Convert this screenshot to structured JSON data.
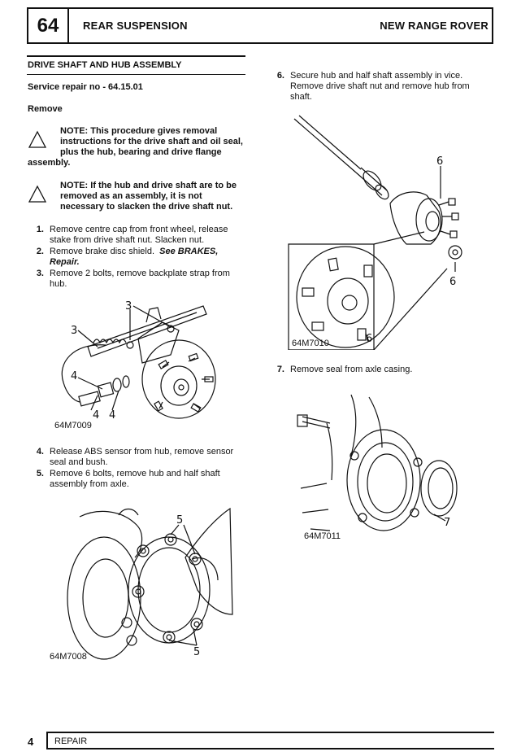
{
  "header": {
    "section_number": "64",
    "section_title": "REAR SUSPENSION",
    "vehicle": "NEW RANGE ROVER"
  },
  "left": {
    "heading": "DRIVE SHAFT AND HUB ASSEMBLY",
    "service_repair": "Service repair no - 64.15.01",
    "remove": "Remove",
    "note1": [
      "NOTE: This procedure gives removal",
      "instructions for the drive shaft and oil seal,",
      "plus the hub, bearing and drive flange",
      "assembly."
    ],
    "note2": [
      "NOTE: If the hub and drive shaft are to be",
      "removed as an assembly, it is not",
      "necessary to slacken the drive shaft nut."
    ],
    "steps_a": [
      {
        "num": "1.",
        "lines": [
          "Remove centre cap from front wheel, release",
          "stake from drive shaft nut. Slacken nut."
        ]
      },
      {
        "num": "2.",
        "line1": "Remove brake disc shield.",
        "ref1": "See BRAKES,",
        "ref2": "Repair."
      },
      {
        "num": "3.",
        "lines": [
          "Remove 2 bolts, remove backplate strap from",
          "hub."
        ]
      }
    ],
    "fig1": {
      "code": "64M7009",
      "callouts": [
        "3",
        "3",
        "4",
        "4",
        "4"
      ]
    },
    "steps_b": [
      {
        "num": "4.",
        "lines": [
          "Release ABS sensor from hub, remove sensor",
          "seal and bush."
        ]
      },
      {
        "num": "5.",
        "lines": [
          "Remove 6 bolts, remove hub and half shaft",
          "assembly from axle."
        ]
      }
    ],
    "fig2": {
      "code": "64M7008",
      "callouts": [
        "5",
        "5"
      ]
    }
  },
  "right": {
    "step6": {
      "num": "6.",
      "lines": [
        "Secure hub and half shaft assembly in vice.",
        "Remove drive shaft nut and remove hub from",
        "shaft."
      ]
    },
    "fig3": {
      "code": "64M7010",
      "callouts": [
        "6",
        "6",
        "6"
      ]
    },
    "step7": {
      "num": "7.",
      "text": "Remove seal from axle casing."
    },
    "fig4": {
      "code": "64M7011",
      "callouts": [
        "7"
      ]
    }
  },
  "footer": {
    "page": "4",
    "label": "REPAIR"
  }
}
